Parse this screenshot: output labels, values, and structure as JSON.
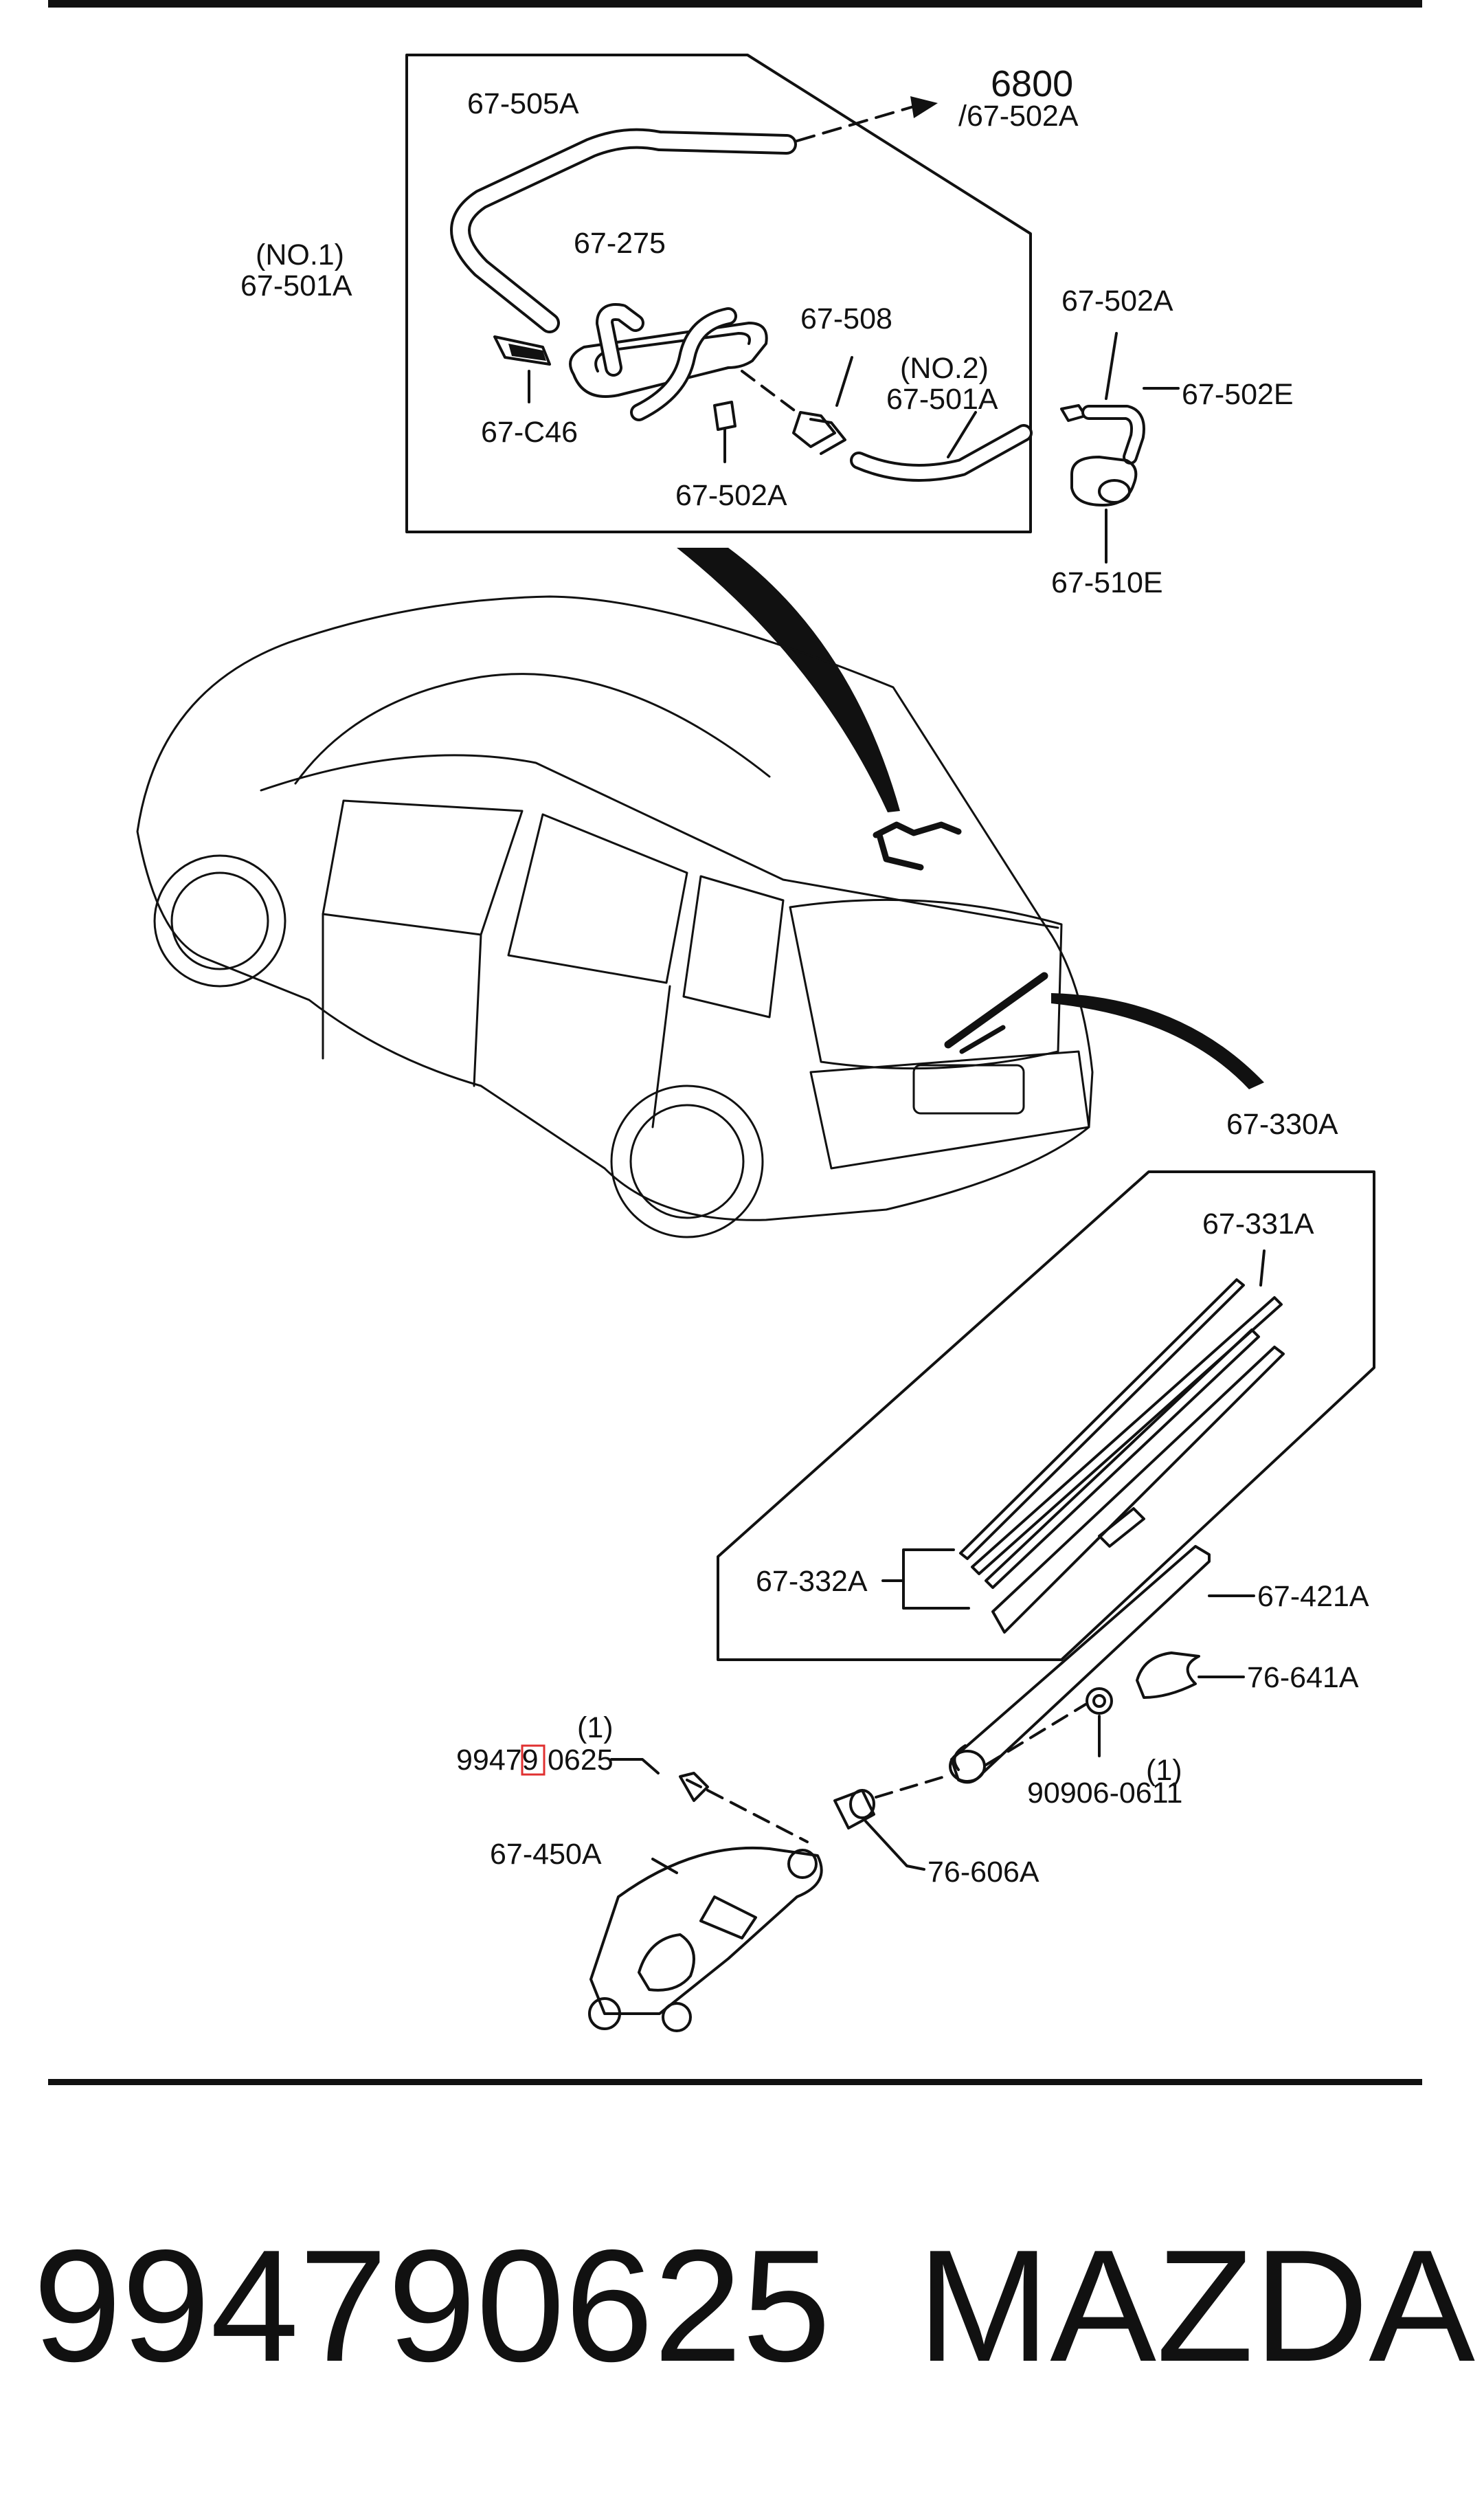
{
  "parts": {
    "hose_main": "67-505A",
    "arrow_ref_num": "6800",
    "arrow_ref_part": "/67-502A",
    "hose_no1_qual": "(NO.1)",
    "hose_no1": "67-501A",
    "nozzle_275": "67-275",
    "valve_508": "67-508",
    "hose_no2_qual": "(NO.2)",
    "hose_no2": "67-501A",
    "clip_c46": "67-C46",
    "joint_502a_inner": "67-502A",
    "joint_502a_right": "67-502A",
    "joint_502e": "67-502E",
    "nozzle_510e": "67-510E",
    "wiper_assy": "67-330A",
    "blade_331a": "67-331A",
    "rubber_332a": "67-332A",
    "arm_421a": "67-421A",
    "cap_641a": "76-641A",
    "bolt_qty": "(1)",
    "bolt_prefix": "99479",
    "bolt_suffix": "0625",
    "nut_qty": "(1)",
    "nut": "90906-0611",
    "motor_450a": "67-450A",
    "cap_606a": "76-606A"
  },
  "footer": {
    "part_number": "994790625",
    "brand": "MAZDA"
  },
  "colors": {
    "line": "#111111",
    "highlight": "#e03030"
  }
}
